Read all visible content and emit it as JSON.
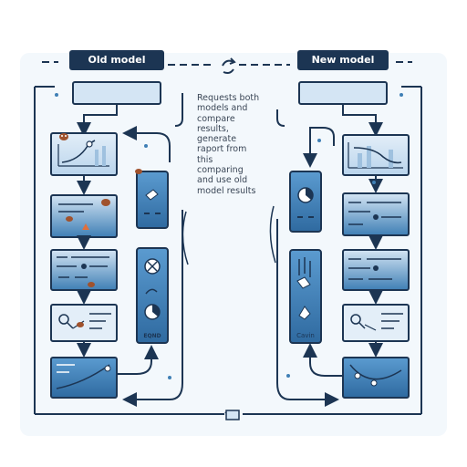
{
  "old_panel": {
    "title": "Old model"
  },
  "new_panel": {
    "title": "New model"
  },
  "center_note": "Requests both\nmodels and\ncompare\nresults,\ngenerate\nraport from\nthis\ncomparing\nand use old\nmodel results",
  "old_sidebar_label": "EQND",
  "new_sidebar_label": "Cavin",
  "icons": {
    "top_arrow": "refresh-arrow-icon",
    "bottom_arrow": "refresh-arrow-icon",
    "bug": "bug-icon",
    "warning": "warning-icon",
    "gauge": "gauge-icon",
    "pie": "pie-chart-icon",
    "cursor": "cursor-icon"
  },
  "colors": {
    "dark_navy": "#1c3553",
    "mid_blue": "#3f7fb5",
    "light_blue": "#cfe3f5",
    "pale_bg": "#eef5fb",
    "bug_brown": "#a0522d"
  }
}
